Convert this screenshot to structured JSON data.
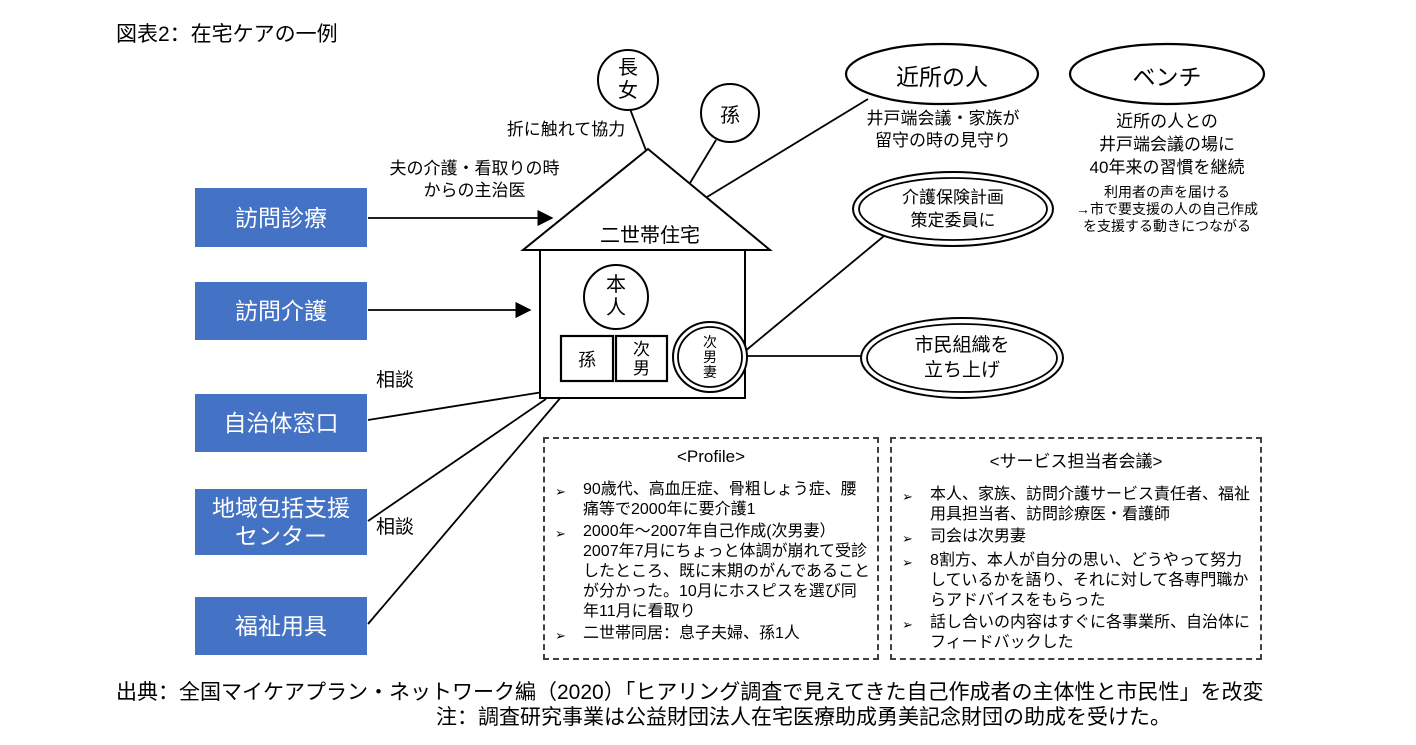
{
  "title": "図表2：在宅ケアの一例",
  "glyphs": {
    "bullet": "➢"
  },
  "services": {
    "visiting_medical": "訪問診療",
    "visiting_nursing": "訪問介護",
    "municipal_desk": "自治体窓口",
    "community_support_center": "地域包括支援\nセンター",
    "welfare_equipment": "福祉用具"
  },
  "edge_labels": {
    "doctor_note": "夫の介護・看取りの時\nからの主治医",
    "consult_1": "相談",
    "consult_2": "相談",
    "cooperation": "折に触れて協力"
  },
  "house": {
    "label": "二世帯住宅",
    "person": "本\n人",
    "grandchild_inside": "孫",
    "second_son": "次\n男",
    "second_son_wife": "次\n男\n妻"
  },
  "family_outside": {
    "eldest_daughter": "長\n女",
    "grandchild": "孫"
  },
  "community": {
    "neighbors": "近所の人",
    "neighbors_note": "井戸端会議・家族が\n留守の時の見守り",
    "bench": "ベンチ",
    "bench_note1": "近所の人との\n井戸端会議の場に\n40年来の習慣を継続",
    "bench_note2": "利用者の声を届ける\n→市で要支援の人の自己作成\nを支援する動きにつながる",
    "care_plan_committee": "介護保険計画\n策定委員に",
    "civic_organization": "市民組織を\n立ち上げ"
  },
  "profile": {
    "header": "<Profile>",
    "bullets": [
      "90歳代、高血圧症、骨粗しょう症、腰痛等で2000年に要介護1",
      "2000年～2007年自己作成(次男妻）2007年7月にちょっと体調が崩れて受診したところ、既に末期のがんであることが分かった。10月にホスピスを選び同年11月に看取り",
      "二世帯同居：息子夫婦、孫1人"
    ]
  },
  "meeting": {
    "header": "<サービス担当者会議>",
    "bullets": [
      "本人、家族、訪問介護サービス責任者、福祉用具担当者、訪問診療医・看護師",
      "司会は次男妻",
      "8割方、本人が自分の思い、どうやって努力しているかを語り、それに対して各専門職からアドバイスをもらった",
      "話し合いの内容はすぐに各事業所、自治体にフィードバックした"
    ]
  },
  "footer": {
    "source": "出典：全国マイケアプラン・ネットワーク編（2020）「ヒアリング調査で見えてきた自己作成者の主体性と市民性」を改変",
    "note": "注：調査研究事業は公益財団法人在宅医療助成勇美記念財団の助成を受けた。"
  },
  "colors": {
    "service_box": "#4472C4",
    "line": "#000000"
  }
}
